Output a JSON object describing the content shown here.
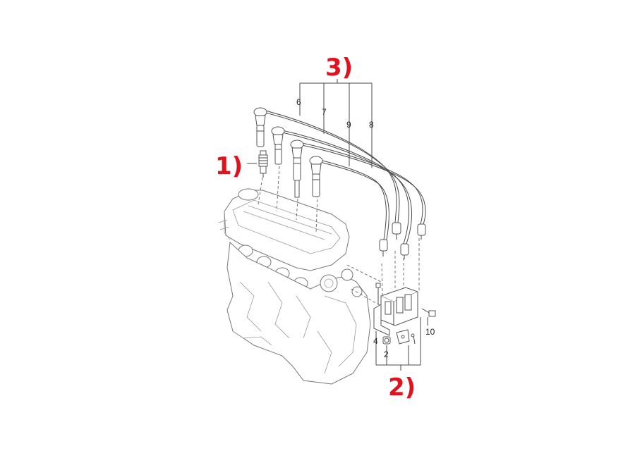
{
  "callouts": {
    "spark_plug": "1)",
    "coil_assembly": "2)",
    "wire_set": "3)"
  },
  "part_numbers": {
    "n6": "6",
    "n7": "7",
    "n9": "9",
    "n8": "8",
    "n10": "10",
    "n4": "4",
    "n2": "2"
  },
  "colors": {
    "callout_red": "#e3101d",
    "line_art": "#555555"
  }
}
